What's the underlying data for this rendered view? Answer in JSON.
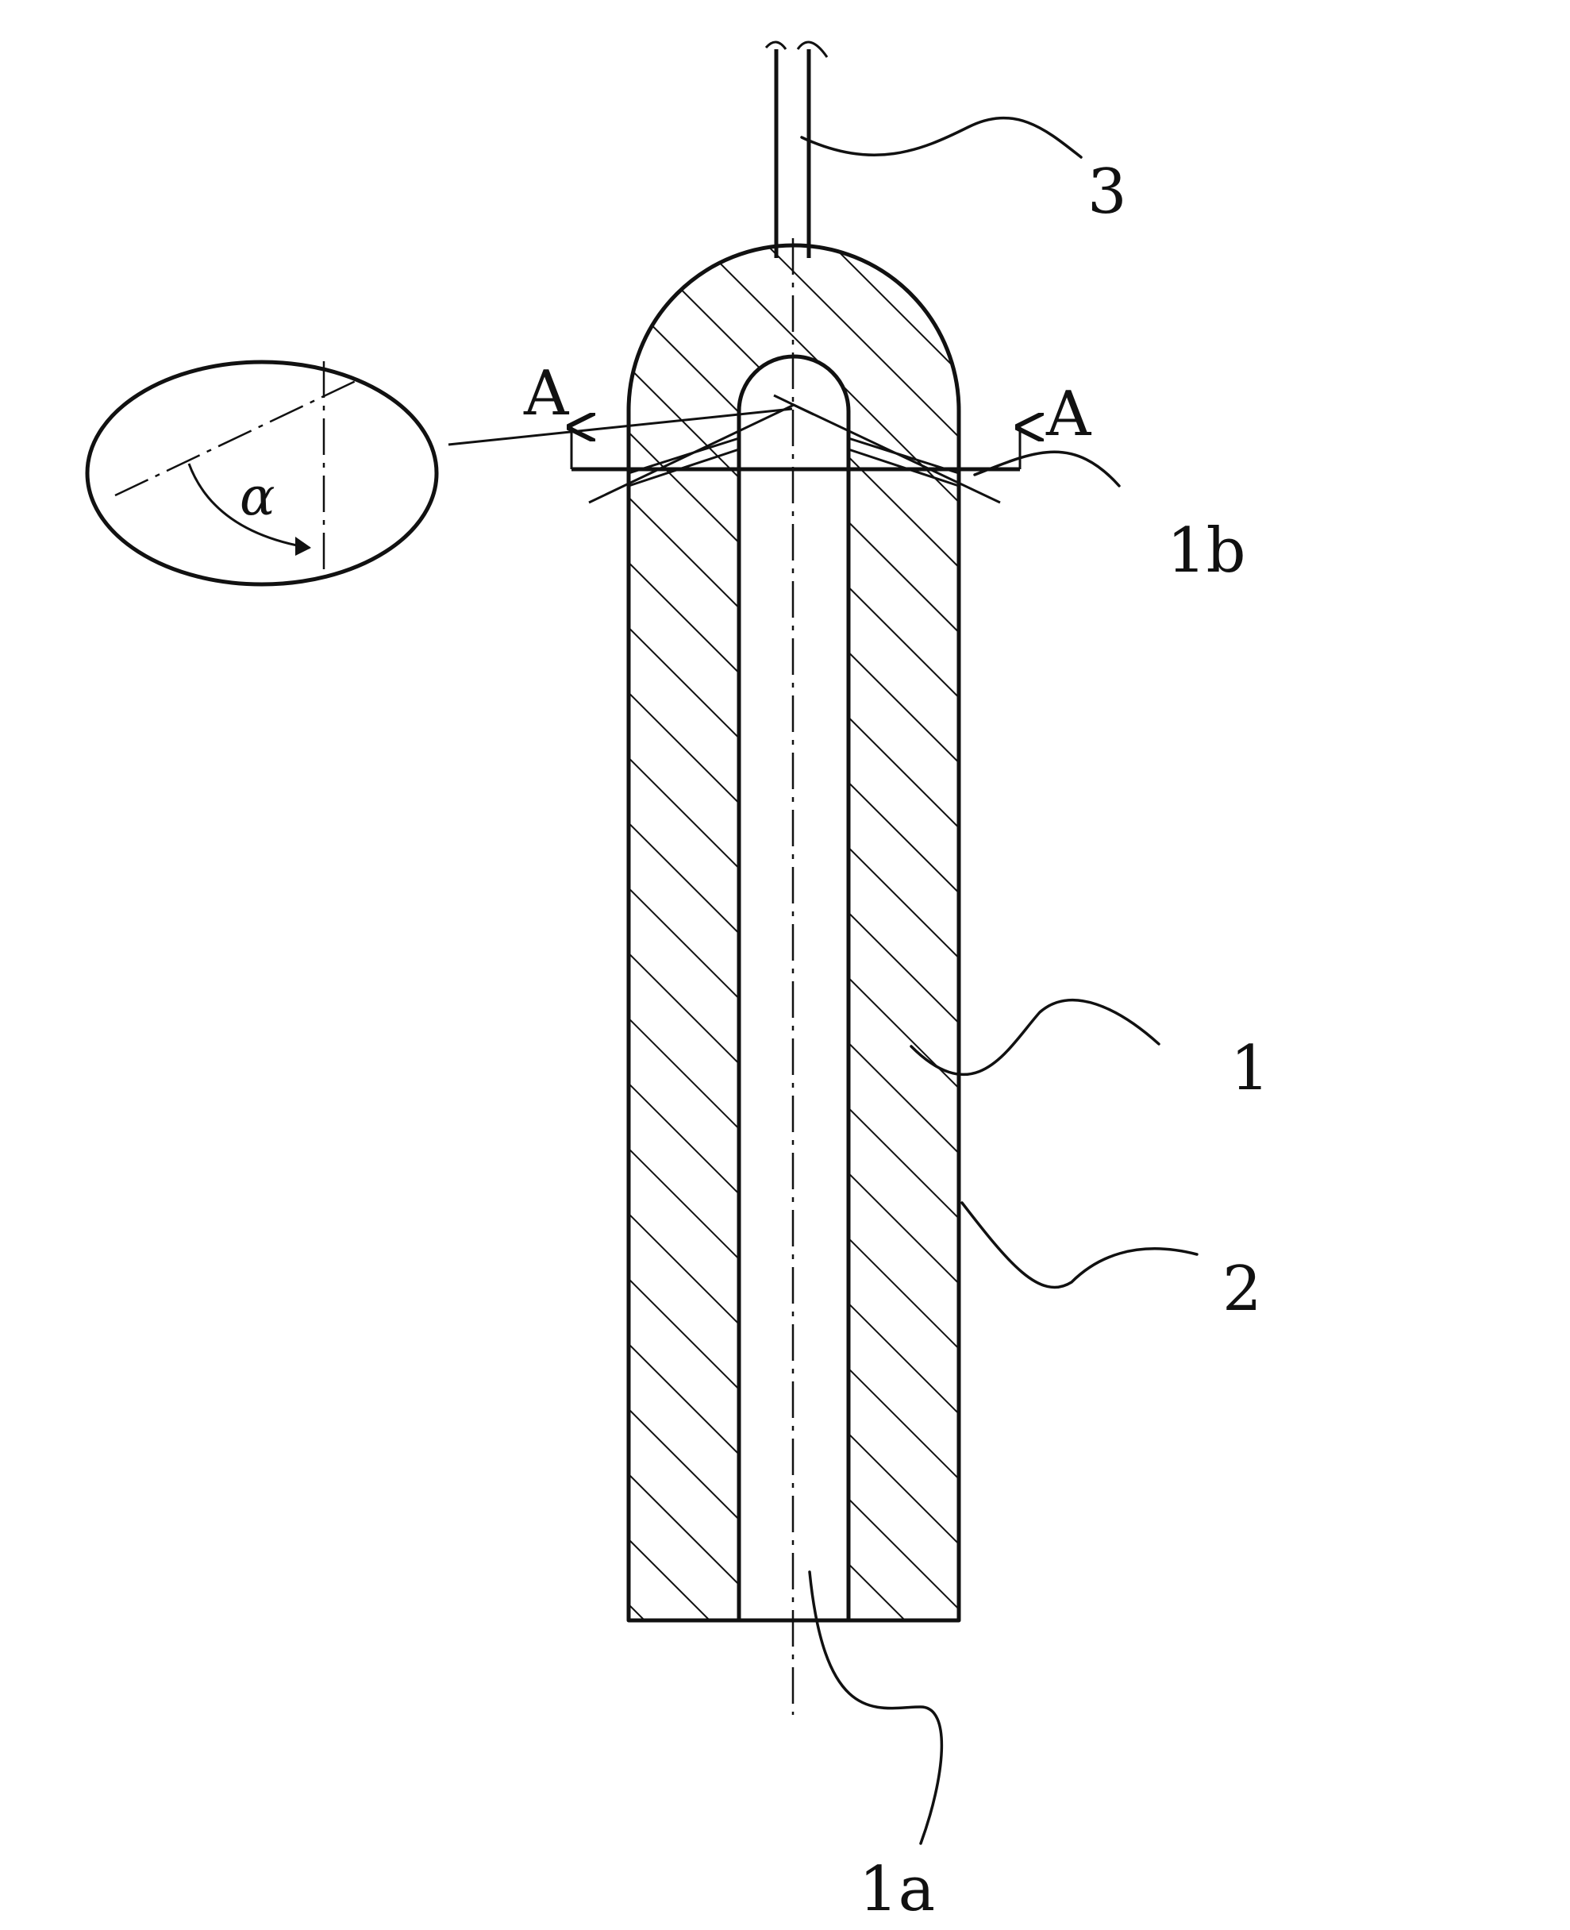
{
  "labels": {
    "rod": "3",
    "section_left": "A",
    "section_right": "A",
    "angle": "α",
    "hole": "1b",
    "body": "1",
    "surface": "2",
    "bore": "1a"
  }
}
